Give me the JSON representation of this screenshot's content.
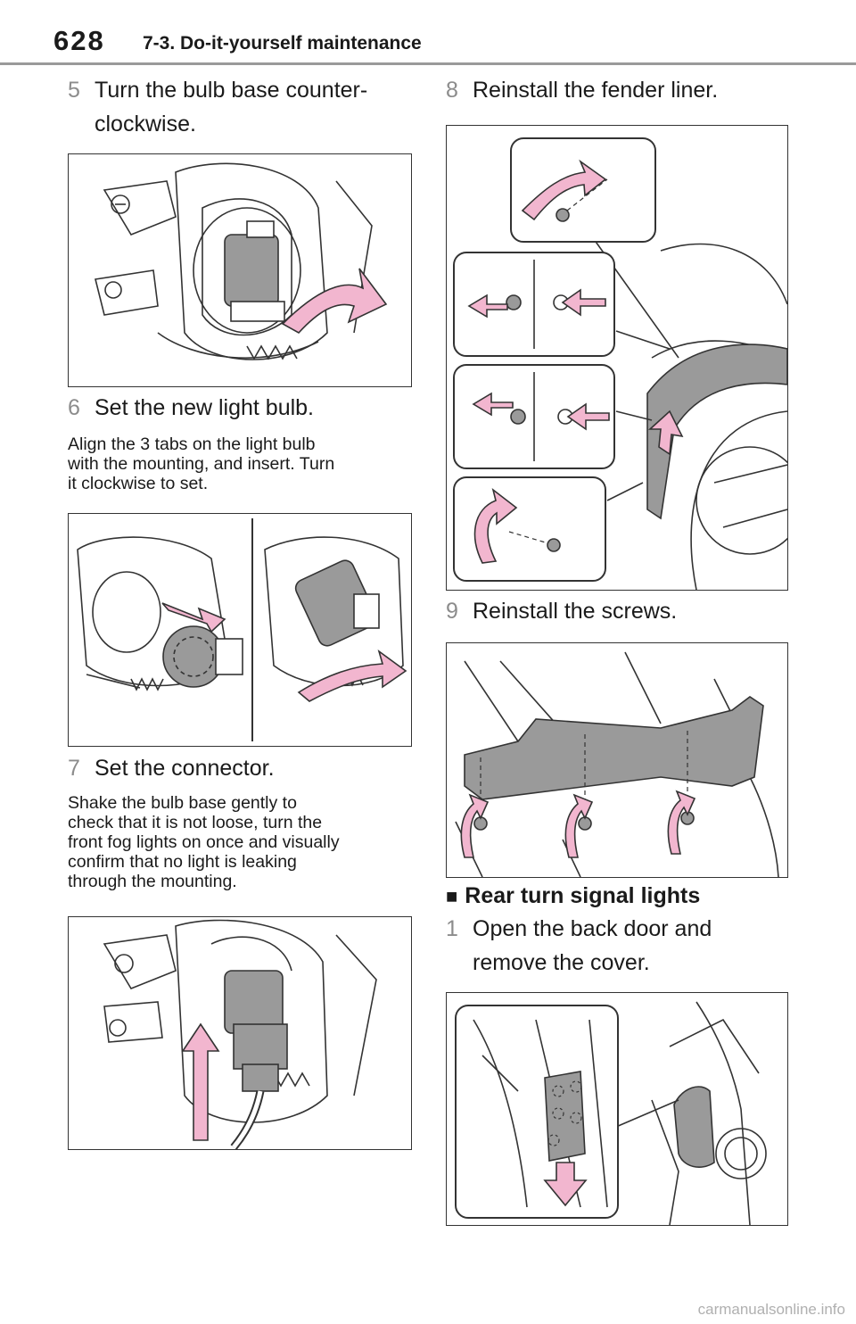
{
  "header": {
    "page_number": "628",
    "section": "7-3. Do-it-yourself maintenance"
  },
  "steps": {
    "s5": {
      "num": "5",
      "text": "Turn the bulb base counter-clockwise.",
      "line1": "Turn the bulb base counter-",
      "line2": "clockwise."
    },
    "s6": {
      "num": "6",
      "text": "Set the new light bulb.",
      "note": [
        "Align the 3 tabs on the light bulb",
        "with the mounting, and insert. Turn",
        "it clockwise to set."
      ]
    },
    "s7": {
      "num": "7",
      "text": "Set the connector.",
      "note": [
        "Shake the bulb base gently to",
        "check that it is not loose, turn the",
        "front fog lights on once and visually",
        "confirm that no light is leaking",
        "through the mounting."
      ]
    },
    "s8": {
      "num": "8",
      "text": "Reinstall the fender liner."
    },
    "s9": {
      "num": "9",
      "text": "Reinstall the screws."
    }
  },
  "rear_section": {
    "mark": "■",
    "heading": "Rear turn signal lights",
    "step1": {
      "num": "1",
      "line1": "Open the back door and",
      "line2": "remove the cover."
    }
  },
  "colors": {
    "arrow": "#f2b6cf",
    "outline": "#333333",
    "part_fill": "#9a9a9a"
  },
  "watermark": "carmanualsonline.info"
}
